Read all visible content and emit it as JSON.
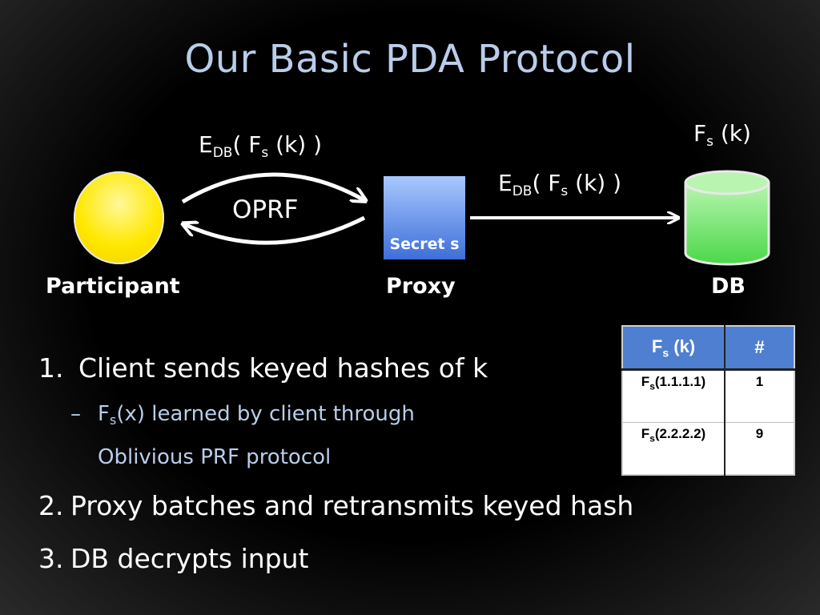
{
  "title": "Our Basic PDA Protocol",
  "diagram": {
    "label_top_left": {
      "pre": "E",
      "sub1": "DB",
      "mid": "( F",
      "sub2": "s",
      "post": " (k) )"
    },
    "oprf_label": "OPRF",
    "label_mid_right": {
      "pre": "E",
      "sub1": "DB",
      "mid": "( F",
      "sub2": "s",
      "post": " (k) )"
    },
    "label_db_top": {
      "pre": "F",
      "sub": "s",
      "post": " (k)"
    },
    "proxy_secret": "Secret s",
    "nodes": {
      "participant": "Participant",
      "proxy": "Proxy",
      "db": "DB"
    },
    "colors": {
      "participant": "#ffe800",
      "proxy": "#4f7fd8",
      "db": "#55e050"
    }
  },
  "bullets": [
    {
      "num": "1.",
      "text": "Client sends keyed hashes of k"
    },
    {
      "num": "2.",
      "text": "Proxy batches and retransmits keyed hash"
    },
    {
      "num": "3.",
      "text": "DB decrypts input"
    }
  ],
  "sub_bullet": {
    "dash": "–",
    "f": "F",
    "sub": "s",
    "line1_rest": "(x) learned by client through",
    "line2": "Oblivious PRF protocol"
  },
  "table": {
    "headers": [
      {
        "f": "F",
        "sub": "s",
        "rest": " (k)"
      },
      {
        "text": "#"
      }
    ],
    "rows": [
      {
        "f": "F",
        "sub": "s",
        "rest": "(1.1.1.1)",
        "count": "1"
      },
      {
        "f": "F",
        "sub": "s",
        "rest": "(2.2.2.2)",
        "count": "9"
      }
    ]
  }
}
